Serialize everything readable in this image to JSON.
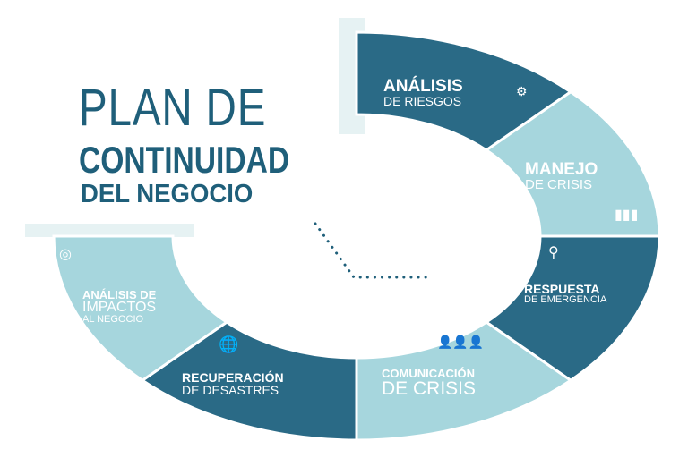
{
  "title": {
    "line1": "PLAN DE",
    "line2": "CONTINUIDAD",
    "line3": "DEL NEGOCIO"
  },
  "colors": {
    "dark": "#2a6a86",
    "light": "#a6d6dd",
    "title": "#1f5f7a"
  },
  "segments": [
    {
      "line1": "ANÁLISIS",
      "line2": "DE RIESGOS",
      "icon": "gears-icon",
      "tone": "dark"
    },
    {
      "line1": "MANEJO",
      "line2": "DE CRISIS",
      "icon": "bar-chart-icon",
      "tone": "light"
    },
    {
      "line1": "RESPUESTA",
      "line2": "DE EMERGENCIA",
      "icon": "magnifier-icon",
      "tone": "dark"
    },
    {
      "line1": "COMUNICACIÓN",
      "line2": "DE CRISIS",
      "icon": "people-icon",
      "tone": "light"
    },
    {
      "line1": "RECUPERACIÓN",
      "line2": "DE DESASTRES",
      "icon": "globe-icon",
      "tone": "dark"
    },
    {
      "line1": "ANÁLISIS DE",
      "line2": "IMPACTOS",
      "line3": "AL NEGOCIO",
      "icon": "target-icon",
      "tone": "light"
    }
  ]
}
